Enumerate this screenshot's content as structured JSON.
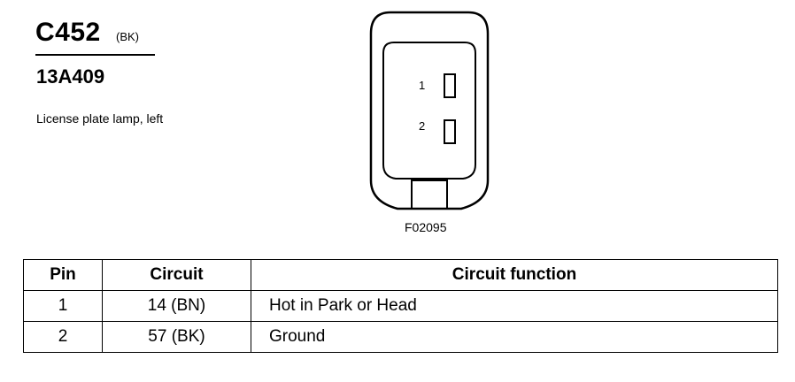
{
  "header": {
    "connector_id": "C452",
    "color_code": "(BK)",
    "part_number": "13A409",
    "description": "License plate lamp, left"
  },
  "diagram": {
    "pin_labels": [
      "1",
      "2"
    ],
    "figure_code": "F02095"
  },
  "table": {
    "headers": [
      "Pin",
      "Circuit",
      "Circuit function"
    ],
    "rows": [
      [
        "1",
        "14 (BN)",
        "Hot in Park or Head"
      ],
      [
        "2",
        "57 (BK)",
        "Ground"
      ]
    ]
  }
}
